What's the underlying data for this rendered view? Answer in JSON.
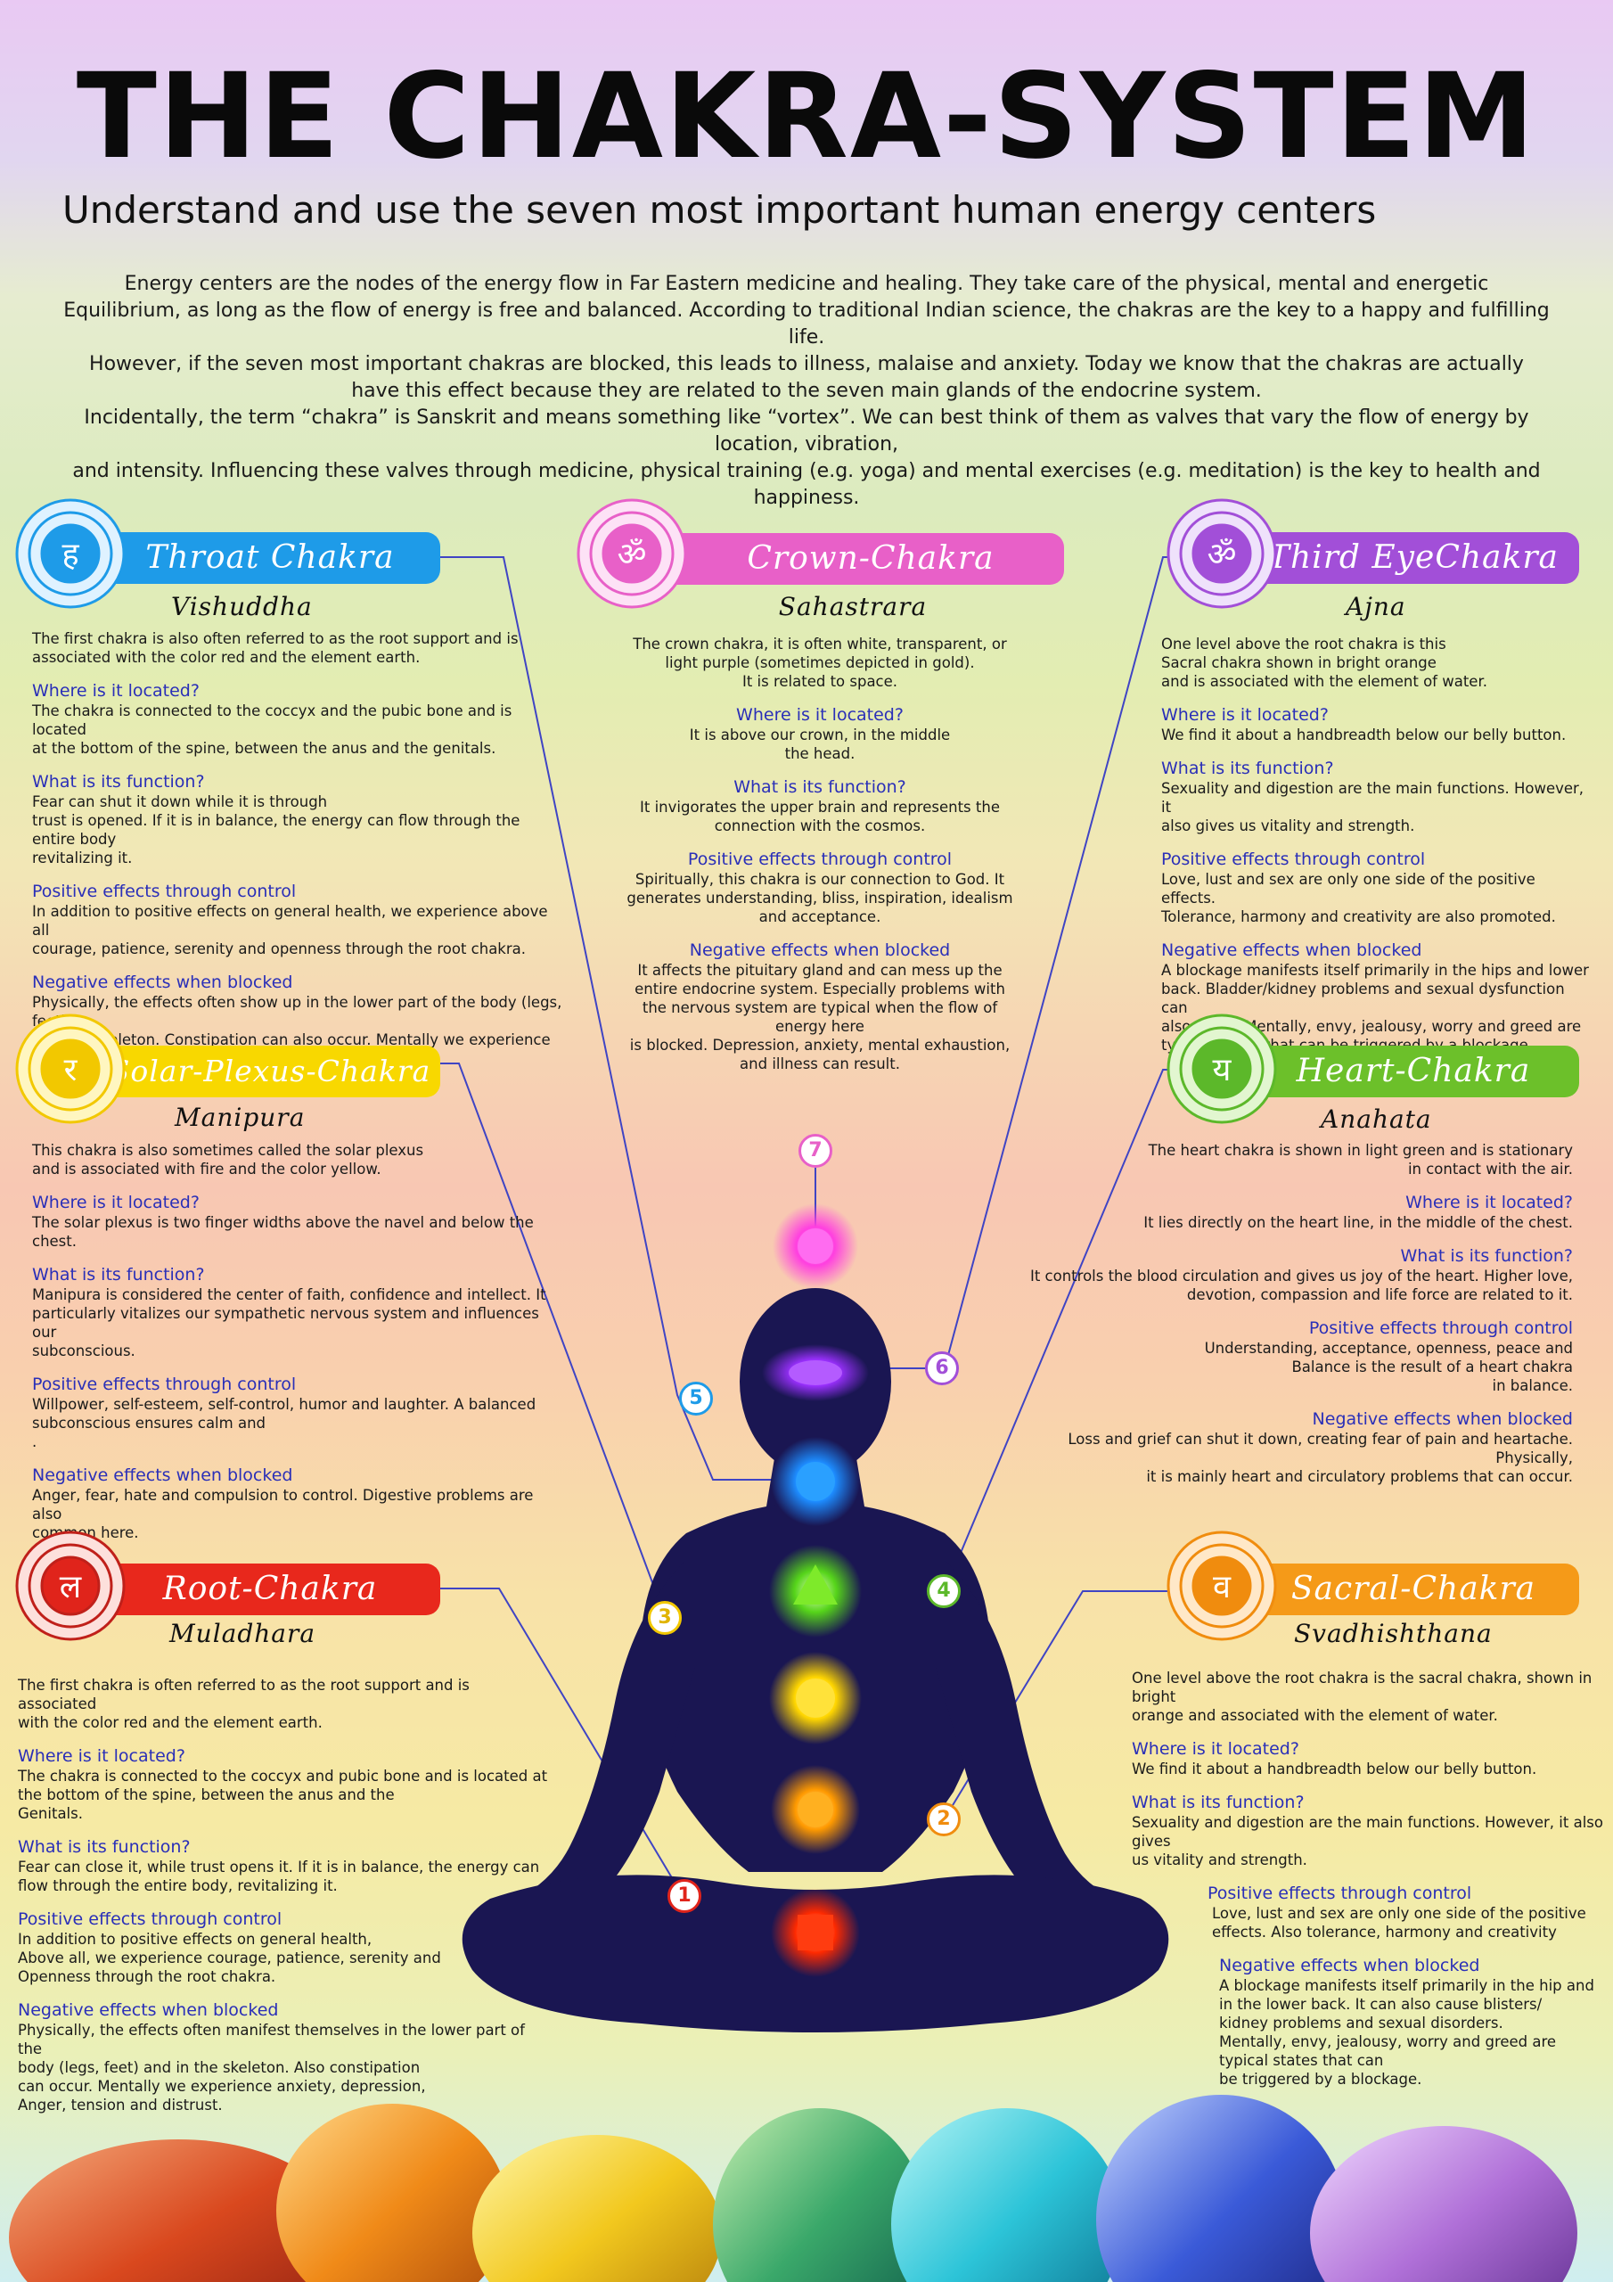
{
  "title": "THE CHAKRA-SYSTEM",
  "subtitle": "Understand and use the seven most important human energy centers",
  "intro": [
    "Energy centers are the nodes of the energy flow in Far Eastern medicine and healing. They take care of the physical, mental and energetic",
    "Equilibrium, as long as the flow of energy is free and balanced. According to traditional Indian science, the chakras are the key to a happy and fulfilling life.",
    "However, if the seven most important chakras are blocked, this leads to illness, malaise and anxiety. Today we know that the chakras are actually",
    "have this effect because they are related to the seven main glands of the endocrine system.",
    "Incidentally, the term “chakra” is Sanskrit and means something like “vortex”. We can best think of them as valves that vary the flow of energy by location, vibration,",
    "and intensity. Influencing these valves through medicine, physical training (e.g. yoga) and mental exercises (e.g. meditation) is the key to health and happiness."
  ],
  "chakras": {
    "throat": {
      "name": "Throat Chakra",
      "sanskrit": "Vishuddha",
      "number": "5",
      "color": "#1e9be8",
      "intro": "The first chakra is also often referred to as the root support and is\nassociated with the color red and the element earth.",
      "sections": [
        {
          "heading": "Where is it located?",
          "body": "The chakra is connected to the coccyx and the pubic bone and is located\nat the bottom of the spine, between the anus and the genitals."
        },
        {
          "heading": "What is its function?",
          "body": "Fear can shut it down while it is through\ntrust is opened. If it is in balance, the energy can flow through the entire body\nrevitalizing it."
        },
        {
          "heading": "Positive effects through control",
          "body": "In addition to positive effects on general health, we experience above all\ncourage, patience, serenity and openness through the root chakra."
        },
        {
          "heading": "Negative effects when blocked",
          "body": "Physically, the effects often show up in the lower part of the body (legs, feet)\nand the skeleton. Constipation can also occur. Mentally we experience fear,\ndepression, anger, tension a\nnd distrust."
        }
      ]
    },
    "crown": {
      "name": "Crown-Chakra",
      "sanskrit": "Sahastrara",
      "number": "7",
      "color": "#e860c8",
      "intro": "The crown chakra, it is often white, transparent, or\nlight purple (sometimes depicted in gold).\nIt is related to space.",
      "sections": [
        {
          "heading": "Where is it located?",
          "body": "It is above our crown, in the middle\nthe head."
        },
        {
          "heading": "What is its function?",
          "body": "It invigorates the upper brain and represents the\nconnection with the cosmos."
        },
        {
          "heading": "Positive effects through control",
          "body": "Spiritually, this chakra is our connection to God. It\ngenerates understanding, bliss, inspiration, idealism\nand acceptance."
        },
        {
          "heading": "Negative effects when blocked",
          "body": "It affects the pituitary gland and can mess up the\nentire endocrine system. Especially problems with\nthe nervous system are typical when the flow of\nenergy here\nis blocked. Depression, anxiety, mental exhaustion,\nand illness can result."
        }
      ]
    },
    "thirdeye": {
      "name": "Third EyeChakra",
      "sanskrit": "Ajna",
      "number": "6",
      "color": "#a24fd8",
      "intro": "One level above the root chakra is this\nSacral chakra shown in bright orange\nand is associated with the element of water.",
      "sections": [
        {
          "heading": "Where is it located?",
          "body": "We find it about a handbreadth below our belly button."
        },
        {
          "heading": "What is its function?",
          "body": "Sexuality and digestion are the main functions. However, it\nalso gives us vitality and strength."
        },
        {
          "heading": "Positive effects through control",
          "body": "Love, lust and sex are only one side of the positive effects.\nTolerance, harmony and creativity are also promoted."
        },
        {
          "heading": "Negative effects when blocked",
          "body": "A blockage manifests itself primarily in the hips and lower\nback. Bladder/kidney problems and sexual dysfunction can\nalso occur. Mentally, envy, jealousy, worry and greed are\ntypical states that can be triggered by a blockage."
        }
      ]
    },
    "solar": {
      "name": "Solar-Plexus-Chakra",
      "sanskrit": "Manipura",
      "number": "3",
      "color": "#f2c800",
      "intro": "This chakra is also sometimes called the solar plexus\nand is associated with fire and the color yellow.",
      "sections": [
        {
          "heading": "Where is it located?",
          "body": "The solar plexus is two finger widths above the navel and below the\nchest."
        },
        {
          "heading": "What is its function?",
          "body": "Manipura is considered the center of faith, confidence and intellect. It\nparticularly vitalizes our sympathetic nervous system and influences our\nsubconscious."
        },
        {
          "heading": "Positive effects through control",
          "body": "Willpower, self-esteem, self-control, humor and laughter. A balanced\nsubconscious ensures calm and\n."
        },
        {
          "heading": "Negative effects when blocked",
          "body": "Anger, fear, hate and compulsion to control. Digestive problems are also\ncommon here."
        }
      ]
    },
    "heart": {
      "name": "Heart-Chakra",
      "sanskrit": "Anahata",
      "number": "4",
      "color": "#5cb82a",
      "intro": "The heart chakra is shown in light green and is stationary\nin contact with the air.",
      "sections": [
        {
          "heading": "Where is it located?",
          "body": "It lies directly on the heart line, in the middle of the chest."
        },
        {
          "heading": "What is its function?",
          "body": "It controls the blood circulation and gives us joy of the heart. Higher love,\ndevotion, compassion and life force are related to it."
        },
        {
          "heading": "Positive effects through control",
          "body": "Understanding, acceptance, openness, peace and\nBalance is the result of a heart chakra\nin balance."
        },
        {
          "heading": "Negative effects when blocked",
          "body": "Loss and grief can shut it down, creating fear of pain and heartache. Physically,\nit is mainly heart and circulatory problems that can occur."
        }
      ]
    },
    "root": {
      "name": "Root-Chakra",
      "sanskrit": "Muladhara",
      "number": "1",
      "color": "#e0241b",
      "intro": "The first chakra is often referred to as the root support and is associated\nwith the color red and the element earth.",
      "sections": [
        {
          "heading": "Where is it located?",
          "body": "The chakra is connected to the coccyx and pubic bone and is located at\nthe bottom of the spine, between the anus and the\nGenitals."
        },
        {
          "heading": "What is its function?",
          "body": "Fear can close it, while trust opens it. If it is in balance, the energy can\nflow through the entire body, revitalizing it."
        },
        {
          "heading": "Positive effects through control",
          "body": "In addition to positive effects on general health,\nAbove all, we experience courage, patience, serenity and\nOpenness through the root chakra."
        },
        {
          "heading": "Negative effects when blocked",
          "body": "Physically, the effects often manifest themselves in the lower part of the\nbody (legs, feet) and in the skeleton. Also constipation\ncan occur. Mentally we experience anxiety, depression,\nAnger, tension and distrust."
        }
      ]
    },
    "sacral": {
      "name": "Sacral-Chakra",
      "sanskrit": "Svadhishthana",
      "number": "2",
      "color": "#f08c0e",
      "intro": "One level above the root chakra is the sacral chakra, shown in bright\norange and associated with the element of water.",
      "sections": [
        {
          "heading": "Where is it located?",
          "body": "We find it about a handbreadth below our belly button."
        },
        {
          "heading": "What is its function?",
          "body": "Sexuality and digestion are the main functions. However, it also gives\nus vitality and strength."
        },
        {
          "heading": "Positive effects through control",
          "body": "Love, lust and sex are only one side of the positive\neffects. Also tolerance, harmony and creativity"
        },
        {
          "heading": "Negative effects when blocked",
          "body": "A blockage manifests itself primarily in the hip and\nin the lower back. It can also cause blisters/\nkidney problems and sexual disorders.\nMentally, envy, jealousy, worry and greed are typical states that can\nbe triggered by a blockage."
        }
      ]
    }
  }
}
